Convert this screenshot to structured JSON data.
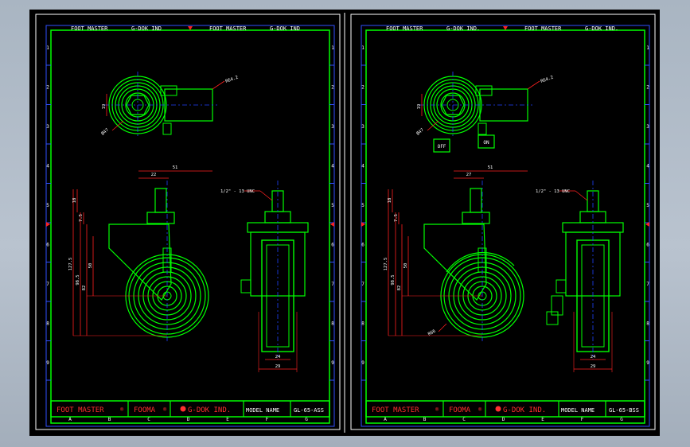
{
  "colors": {
    "background": "#000000",
    "frame": "#00ff00",
    "border": "#ffffff",
    "outline_thin": "#3050ff",
    "dimension": "#ff2020",
    "centerline": "#2040ff",
    "text": "#ffffff",
    "title_text_red": "#ff3030",
    "title_text_yellow": "#ffff40"
  },
  "sheets": [
    {
      "header": {
        "left_brand": "FOOT MASTER",
        "left_company": "G-DOK IND",
        "right_brand": "FOOT MASTER",
        "right_company": "G-DOK IND"
      },
      "rows": [
        "1",
        "2",
        "3",
        "4",
        "5",
        "6",
        "7",
        "8",
        "9"
      ],
      "cols": [
        "A",
        "B",
        "C",
        "D",
        "E",
        "F",
        "G"
      ],
      "top_dims": {
        "radius": "R64.2",
        "width": "19",
        "dia": "Ø47"
      },
      "side_dims": {
        "d1": "22",
        "d2": "51",
        "v1": "18",
        "v2": "7.5",
        "v3": "50",
        "v4": "127.5",
        "v5": "98.5",
        "v6": "82"
      },
      "front_dims": {
        "thread": "1/2\" - 13 UNC",
        "w1": "24",
        "w2": "29"
      },
      "switch_labels": [],
      "title_block": {
        "brand": "FOOT MASTER",
        "reg": "®",
        "brand2": "FOOMA",
        "company": "G-DOK IND.",
        "model_label": "MODEL NAME",
        "model_value": "GL-65-ASS"
      }
    },
    {
      "header": {
        "left_brand": "FOOT MASTER",
        "left_company": "G-DOK IND.",
        "right_brand": "FOOT MASTER",
        "right_company": "G-DOK IND."
      },
      "rows": [
        "1",
        "2",
        "3",
        "4",
        "5",
        "6",
        "7",
        "8",
        "9"
      ],
      "cols": [
        "A",
        "B",
        "C",
        "D",
        "E",
        "F",
        "G"
      ],
      "top_dims": {
        "radius": "R64.2",
        "width": "19",
        "dia": "Ø47"
      },
      "side_dims": {
        "d1": "27",
        "d2": "51",
        "v1": "18",
        "v2": "7.5",
        "v3": "50",
        "v4": "127.5",
        "v5": "98.5",
        "v6": "82",
        "r": "R66"
      },
      "front_dims": {
        "thread": "1/2\" - 13 UNC",
        "w1": "24",
        "w2": "29"
      },
      "switch_labels": [
        "OFF",
        "ON"
      ],
      "title_block": {
        "brand": "FOOT MASTER",
        "reg": "®",
        "brand2": "FOOMA",
        "company": "G-DOK IND.",
        "model_label": "MODEL NAME",
        "model_value": "GL-65-BSS"
      }
    }
  ]
}
